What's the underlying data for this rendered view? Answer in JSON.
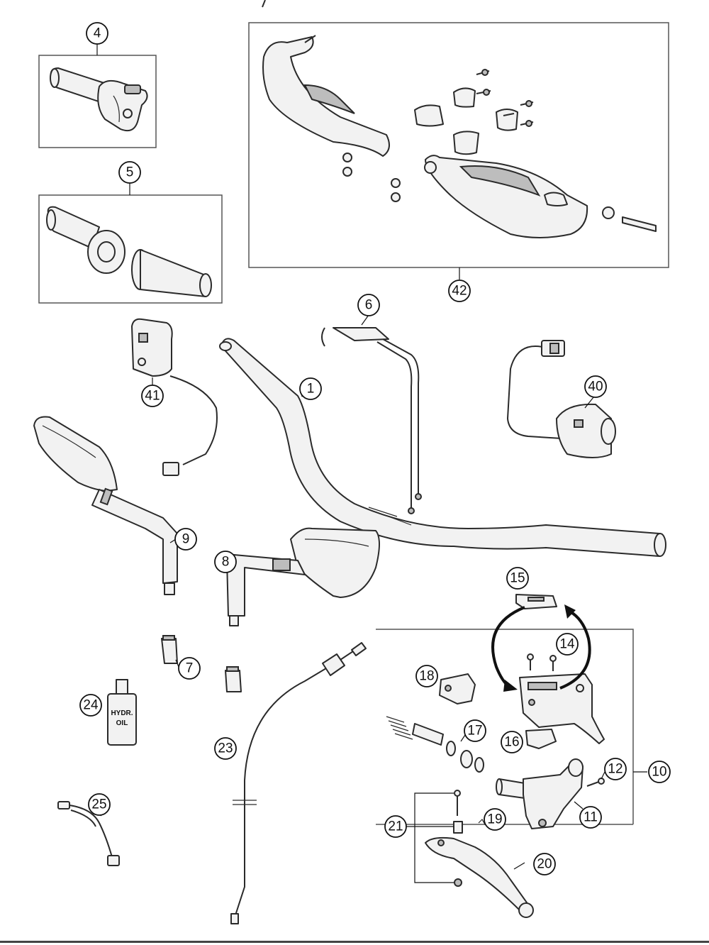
{
  "diagram": {
    "callouts": {
      "c1": "1",
      "c4": "4",
      "c5": "5",
      "c6": "6",
      "c7": "7",
      "c8": "8",
      "c9": "9",
      "c10": "10",
      "c11": "11",
      "c12": "12",
      "c14": "14",
      "c15": "15",
      "c16": "16",
      "c17": "17",
      "c18": "18",
      "c19": "19",
      "c20": "20",
      "c21": "21",
      "c23": "23",
      "c24": "24",
      "c25": "25",
      "c40": "40",
      "c41": "41",
      "c42": "42"
    },
    "bottle_label_line1": "HYDR.",
    "bottle_label_line2": "OIL"
  }
}
